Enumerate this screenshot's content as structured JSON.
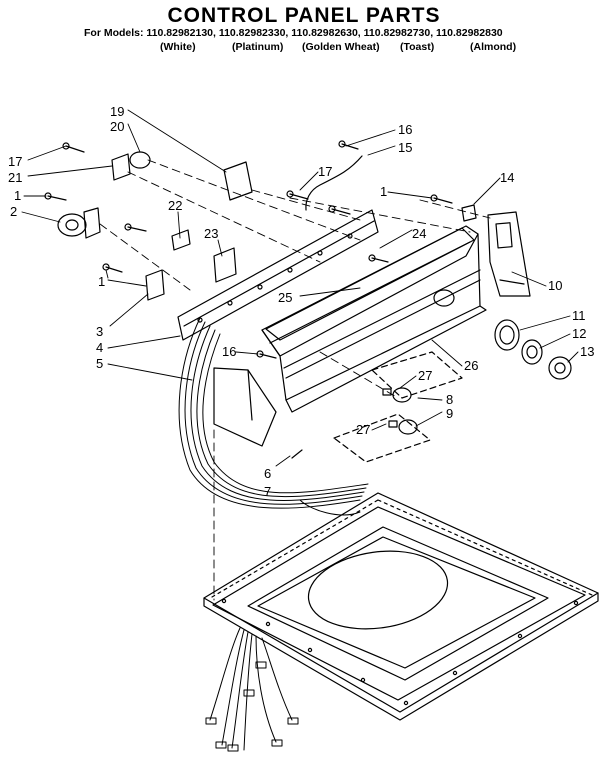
{
  "header": {
    "title": "CONTROL PANEL PARTS",
    "models_prefix": "For Models:",
    "models": "110.82982130, 110.82982330, 110.82982630, 110.82982730, 110.82982830",
    "colors": [
      "(White)",
      "(Platinum)",
      "(Golden Wheat)",
      "(Toast)",
      "(Almond)"
    ]
  },
  "callouts": [
    "19",
    "20",
    "17",
    "21",
    "1",
    "2",
    "22",
    "23",
    "16",
    "15",
    "17",
    "1",
    "14",
    "24",
    "10",
    "1",
    "3",
    "25",
    "11",
    "12",
    "13",
    "4",
    "16",
    "5",
    "26",
    "27",
    "8",
    "9",
    "27",
    "6",
    "7"
  ],
  "colors": {
    "line": "#000000",
    "background": "#ffffff"
  }
}
